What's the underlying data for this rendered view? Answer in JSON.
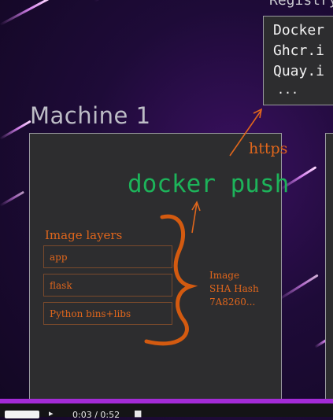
{
  "registry": {
    "title": "Registry",
    "entries": [
      "Docker",
      "Ghcr.i",
      "Quay.i",
      "..."
    ]
  },
  "machine": {
    "title": "Machine 1",
    "command": "docker push",
    "protocol": "https",
    "layers_title": "Image layers",
    "layers": [
      "app",
      "flask",
      "Python bins+libs"
    ],
    "hash_lines": [
      "Image",
      "SHA Hash",
      "7A8260..."
    ]
  },
  "player": {
    "time": "0:03 / 0:52"
  },
  "colors": {
    "accent_orange": "#e0661c",
    "command_green": "#1db35a",
    "progress_purple": "#a32bd6"
  }
}
